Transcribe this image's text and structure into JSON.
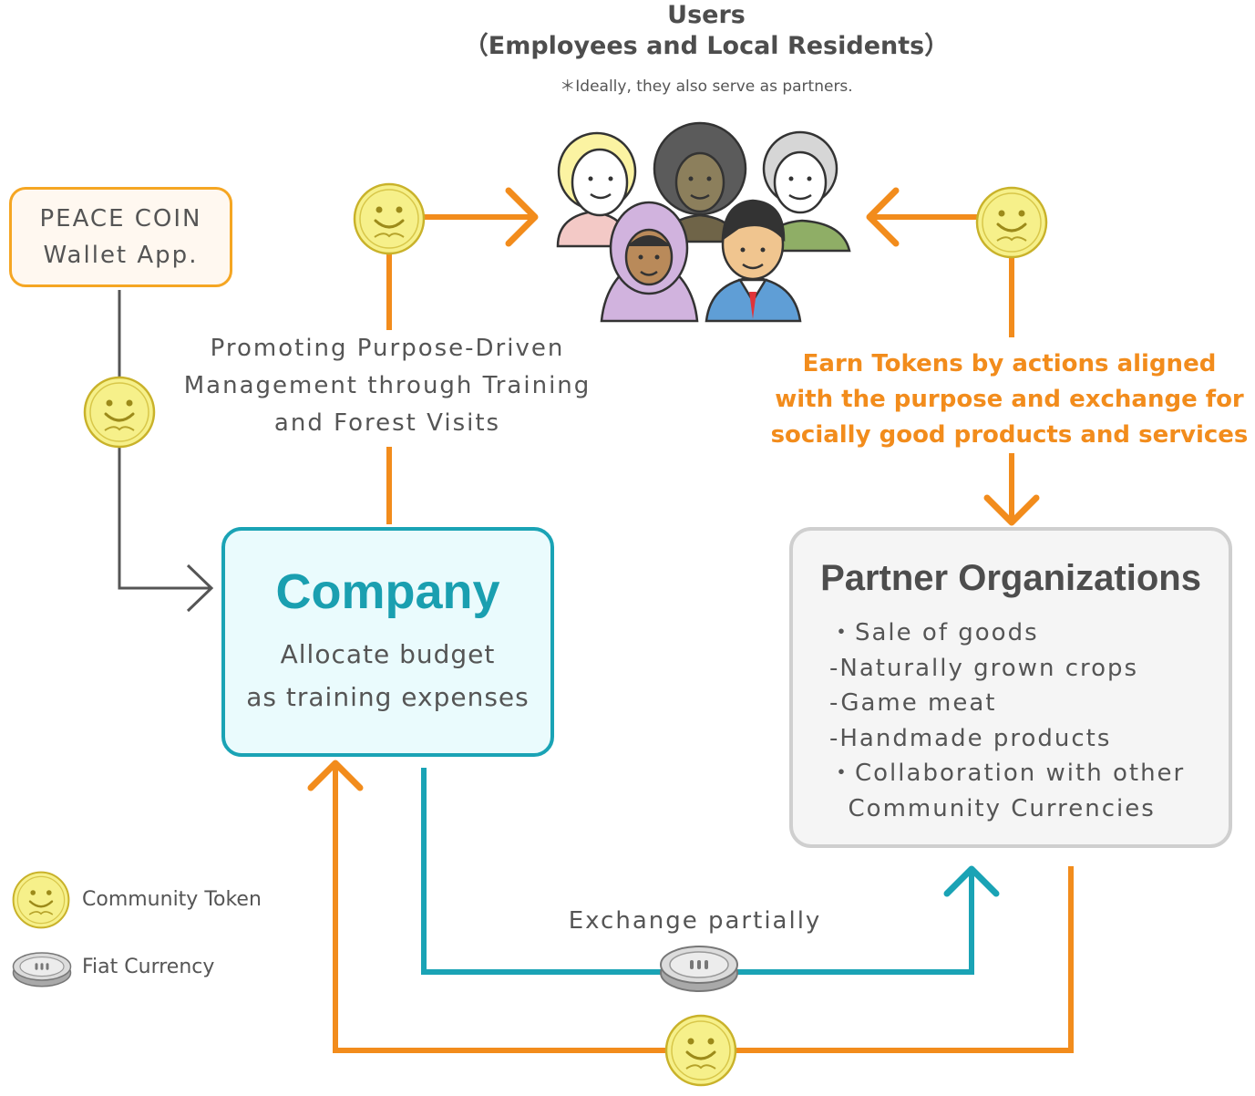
{
  "users": {
    "title": "Users",
    "subtitle": "（Employees and Local Residents）",
    "note": "＊Ideally, they also serve as partners."
  },
  "wallet": {
    "line1": "PEACE COIN",
    "line2": "Wallet App."
  },
  "promo": {
    "line1": "Promoting Purpose-Driven",
    "line2": "Management through Training",
    "line3": "and Forest Visits"
  },
  "earn": {
    "line1": "Earn Tokens by actions aligned",
    "line2": "with the purpose and exchange for",
    "line3": "socially good products and services"
  },
  "company": {
    "title": "Company",
    "line1": "Allocate budget",
    "line2": "as training expenses"
  },
  "partner": {
    "title": "Partner Organizations",
    "items": [
      "・Sale of goods",
      "-Naturally grown crops",
      "-Game meat",
      "-Handmade products",
      "・Collaboration with other",
      "  Community Currencies"
    ]
  },
  "exchange_label": "Exchange partially",
  "legend": {
    "token": "Community Token",
    "fiat": "Fiat Currency"
  },
  "colors": {
    "token_flow": "#f28c1c",
    "fiat_flow": "#1aa3b5",
    "wallet_line": "#555555",
    "token_coin": "#f3ec7a",
    "fiat_coin": "#cfcfcf"
  },
  "icons": {
    "token": "smiley-coin-icon",
    "fiat": "silver-coin-icon",
    "users": "people-group-icon"
  }
}
